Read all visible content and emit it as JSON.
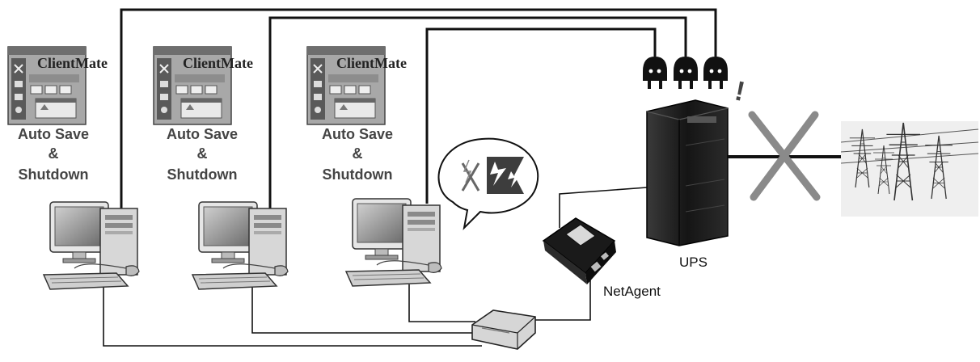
{
  "app": {
    "brand": "ClientMate"
  },
  "clients": [
    {
      "line1": "Auto Save",
      "line2": "&",
      "line3": "Shutdown"
    },
    {
      "line1": "Auto Save",
      "line2": "&",
      "line3": "Shutdown"
    },
    {
      "line1": "Auto Save",
      "line2": "&",
      "line3": "Shutdown"
    }
  ],
  "labels": {
    "ups": "UPS",
    "netagent": "NetAgent",
    "alert": "!"
  },
  "colors": {
    "wire": "#111111",
    "cross": "#8a8a8a",
    "ink": "#333333"
  }
}
